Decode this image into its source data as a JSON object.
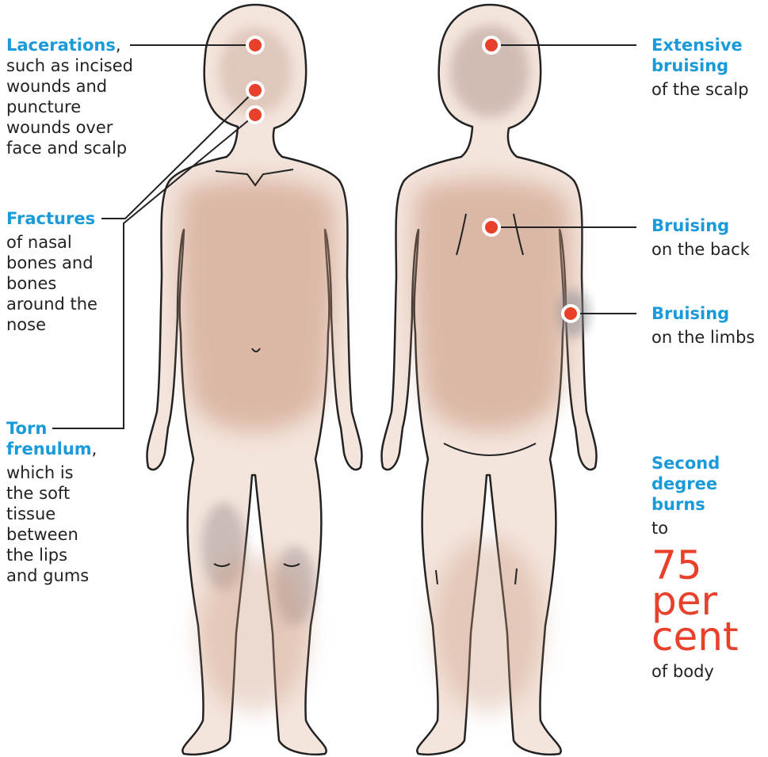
{
  "labels": {
    "lacerations": {
      "heading": "Lacerations",
      "suffix": ",",
      "lines": [
        "such as incised",
        "wounds and",
        "puncture",
        "wounds over",
        "face and scalp"
      ]
    },
    "fractures": {
      "heading": "Fractures",
      "lines": [
        "of nasal",
        "bones and",
        "bones",
        "around the",
        "nose"
      ]
    },
    "torn_frenulum": {
      "heading_lines": [
        "Torn",
        "frenulum"
      ],
      "suffix": ",",
      "lines": [
        "which is",
        "the soft",
        "tissue",
        "between",
        "the lips",
        "and gums"
      ]
    },
    "scalp_bruising": {
      "heading_lines": [
        "Extensive",
        "bruising"
      ],
      "lines": [
        "of the scalp"
      ]
    },
    "back_bruising": {
      "heading": "Bruising",
      "lines": [
        "on the back"
      ]
    },
    "limb_bruising": {
      "heading": "Bruising",
      "lines": [
        "on the limbs"
      ]
    },
    "burns": {
      "heading_lines": [
        "Second",
        "degree",
        "burns"
      ],
      "pre": "to",
      "figure_lines": [
        "75",
        "per",
        "cent"
      ],
      "post": "of body"
    }
  },
  "colors": {
    "heading": "#1a9ad9",
    "marker": "#e8402a",
    "figure": "#e8402a",
    "skin": "#f1dfd6",
    "bruise": "#c9957a"
  }
}
